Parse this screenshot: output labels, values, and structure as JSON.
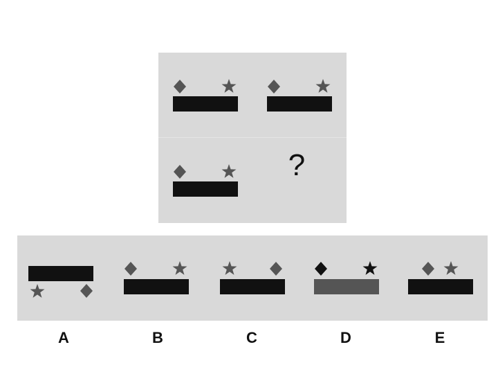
{
  "puzzle": {
    "question_mark": "?",
    "colors": {
      "panel": "#d9d9d9",
      "bar": "#111111",
      "shape": "#555555",
      "bar_alt": "#555555",
      "shape_alt": "#111111"
    },
    "matrix_cells": [
      {
        "id": "r1c1",
        "bar_color": "#111111",
        "shape_color": "#555555",
        "shapes": "diamond-left-star-right",
        "bar_position": "below-shapes"
      },
      {
        "id": "r1c2",
        "bar_color": "#111111",
        "shape_color": "#555555",
        "shapes": "diamond-left-star-right",
        "bar_position": "below-shapes"
      },
      {
        "id": "r2c1",
        "bar_color": "#111111",
        "shape_color": "#555555",
        "shapes": "diamond-left-star-right",
        "bar_position": "below-shapes"
      }
    ]
  },
  "options": [
    {
      "label": "A",
      "bar_color": "#111111",
      "shape_color": "#555555",
      "shapes": "star-left-diamond-right",
      "bar_position": "above-shapes"
    },
    {
      "label": "B",
      "bar_color": "#111111",
      "shape_color": "#555555",
      "shapes": "diamond-left-star-right",
      "bar_position": "below-shapes"
    },
    {
      "label": "C",
      "bar_color": "#111111",
      "shape_color": "#555555",
      "shapes": "star-left-diamond-right",
      "bar_position": "below-shapes"
    },
    {
      "label": "D",
      "bar_color": "#555555",
      "shape_color": "#111111",
      "shapes": "diamond-left-star-right",
      "bar_position": "below-shapes"
    },
    {
      "label": "E",
      "bar_color": "#111111",
      "shape_color": "#555555",
      "shapes": "diamond-star-close-together",
      "bar_position": "below-shapes"
    }
  ]
}
